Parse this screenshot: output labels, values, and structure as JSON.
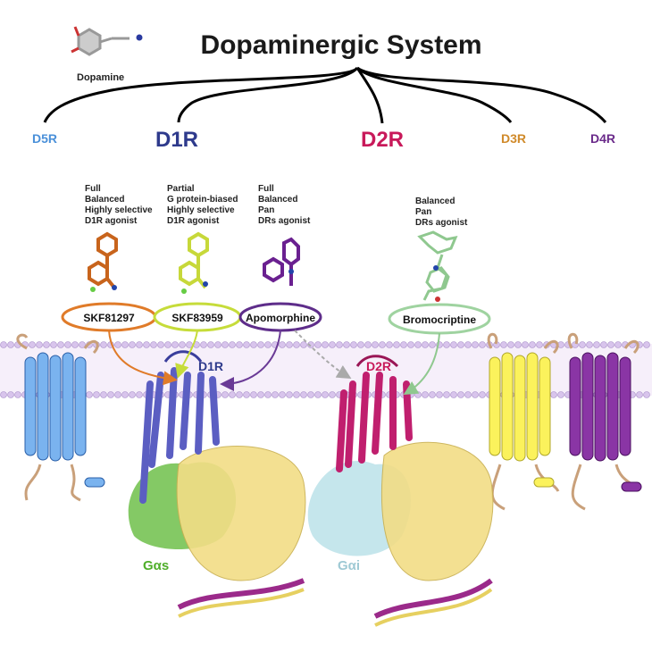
{
  "title": "Dopaminergic System",
  "dopamine_label": "Dopamine",
  "receptors": {
    "d5r": {
      "label": "D5R",
      "color": "#4a90d9"
    },
    "d1r": {
      "label": "D1R",
      "color": "#2e3a8c"
    },
    "d2r": {
      "label": "D2R",
      "color": "#c8195a"
    },
    "d3r": {
      "label": "D3R",
      "color": "#d08a2a"
    },
    "d4r": {
      "label": "D4R",
      "color": "#6a2a8a"
    }
  },
  "ligands": [
    {
      "name": "SKF81297",
      "desc": [
        "Full",
        "Balanced",
        "Highly selective",
        "D1R agonist"
      ],
      "color": "#e07b29"
    },
    {
      "name": "SKF83959",
      "desc": [
        "Partial",
        "G protein-biased",
        "Highly selective",
        "D1R agonist"
      ],
      "color": "#c6dc3a"
    },
    {
      "name": "Apomorphine",
      "desc": [
        "Full",
        "Balanced",
        "Pan",
        "DRs agonist"
      ],
      "color": "#5e2d8a"
    },
    {
      "name": "Bromocriptine",
      "desc": [
        "Balanced",
        "Pan",
        "DRs agonist"
      ],
      "color": "#9fd3a0"
    }
  ],
  "structure_labels": {
    "d1r": "D1R",
    "d2r": "D2R",
    "gas": "Gαs",
    "gai": "Gαi"
  }
}
